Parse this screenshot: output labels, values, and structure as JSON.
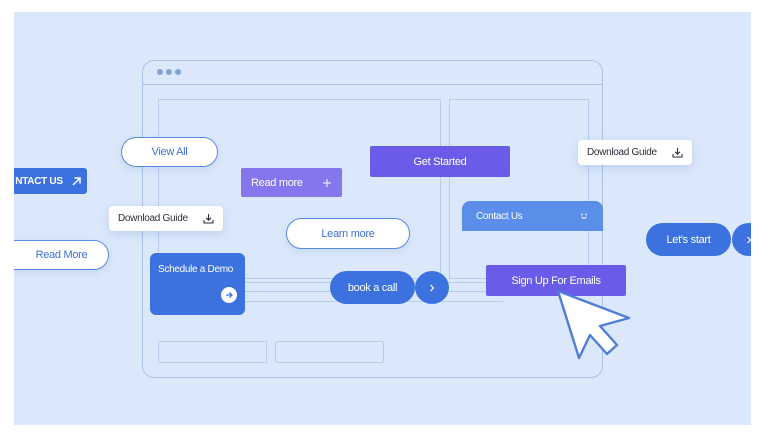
{
  "buttons": {
    "contact_us_left": "NTACT US",
    "view_all": "View All",
    "read_more_purple": "Read more",
    "get_started": "Get Started",
    "download_guide_top": "Download Guide",
    "download_guide_mid": "Download Guide",
    "learn_more": "Learn more",
    "contact_us_card": "Contact Us",
    "lets_start": "Let's start",
    "read_more_left": "Read More",
    "schedule_demo": "Schedule a Demo",
    "book_a_call": "book a call",
    "sign_up": "Sign Up For Emails"
  },
  "icons": {
    "arrow_up_right": "arrow-up-right-icon",
    "plus": "plus-icon",
    "download": "download-icon",
    "smile": "smile-icon",
    "chevron_right": "chevron-right-icon",
    "arrow_right_circle": "arrow-right-circle-icon",
    "cursor": "cursor-icon"
  },
  "colors": {
    "background": "#dbe8fb",
    "primary_blue": "#3c72e0",
    "purple": "#6a5ce9",
    "light_purple": "#8676ee",
    "wire": "#aac2e6"
  }
}
